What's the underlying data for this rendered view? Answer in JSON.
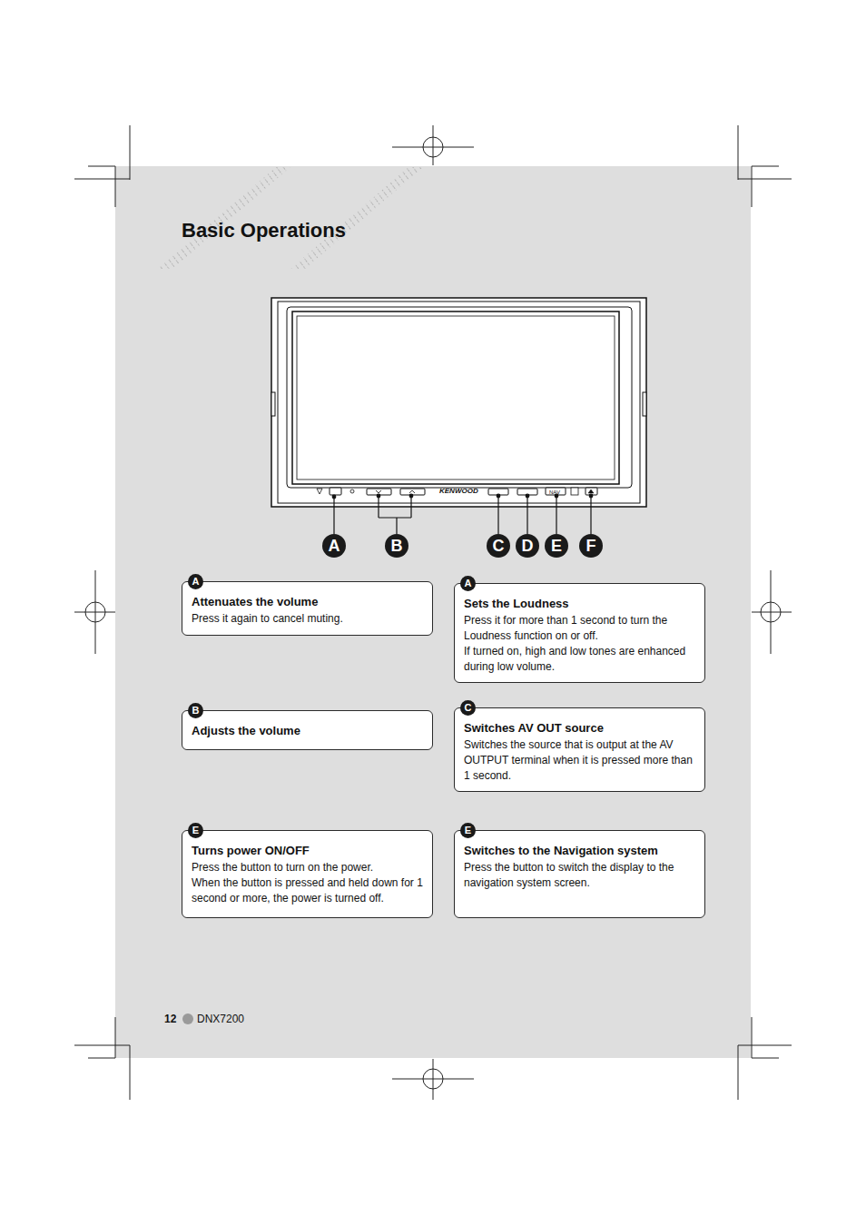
{
  "diagram": {
    "title": "Basic Operations",
    "nodes": [
      {
        "text": [
          "A"
        ]
      },
      {
        "text": [
          "B"
        ]
      },
      {
        "text": [
          "C"
        ]
      },
      {
        "text": [
          "D"
        ]
      },
      {
        "text": [
          "E"
        ]
      },
      {
        "text": [
          "F"
        ]
      },
      {
        "text": [
          "A",
          "Attenuates the volume",
          "Press it again to cancel muting."
        ]
      },
      {
        "text": [
          "A",
          "Sets the Loudness",
          "Press it for more than 1 second to turn the Loudness function on or off.",
          "If turned on, high and low tones are enhanced during low volume."
        ]
      },
      {
        "text": [
          "B",
          "Adjusts the volume"
        ]
      },
      {
        "text": [
          "C",
          "Switches AV OUT source",
          "Switches the source that is output at the AV OUTPUT terminal when it is pressed more than 1 second."
        ]
      },
      {
        "text": [
          "E",
          "Turns power ON/OFF",
          "Press the button to turn on the power.",
          "When the button is pressed and held down for 1 second or more, the power is turned off."
        ]
      },
      {
        "text": [
          "E",
          "Switches to the Navigation system",
          "Press the button to switch the display to the navigation system screen."
        ]
      }
    ],
    "labels": [
      "KENWOOD",
      "NAV",
      "12",
      "DNX7200"
    ]
  }
}
